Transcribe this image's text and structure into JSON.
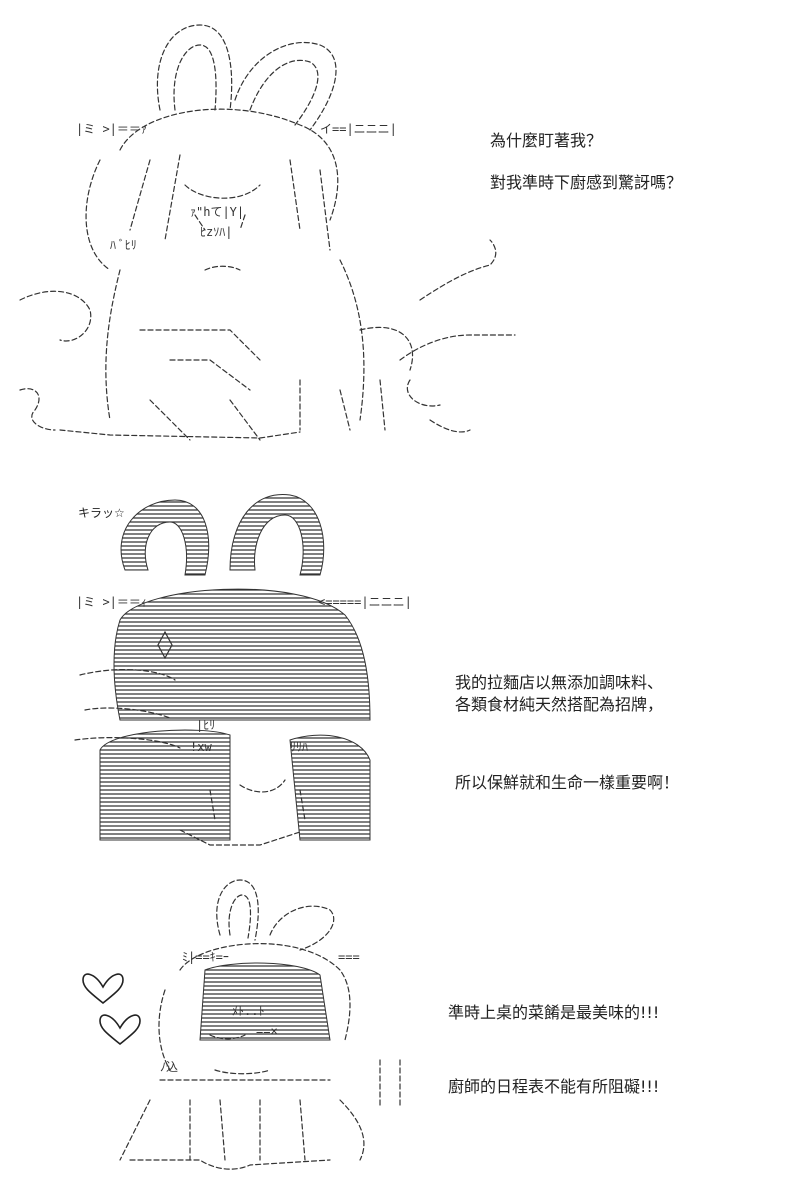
{
  "colors": {
    "background": "#ffffff",
    "ink": "#222222",
    "art_stroke": "#333333"
  },
  "panel1": {
    "aa_whiskers": "|ミ >|＝＝ｧ",
    "aa_whiskers_right": "イ==|ニニニ|",
    "aa_eye_mark": "ｧ\"hて|Y|",
    "aa_mouth_mark": "ﾋzｿﾊ|",
    "aa_side_mark": "ﾊ ﾞﾋﾘ",
    "speech": [
      "為什麼盯著我？",
      "對我準時下廚感到驚訝嗎？"
    ]
  },
  "panel2": {
    "sfx": "キラッ☆",
    "aa_whiskers": "|ミ >|＝＝ｨ",
    "aa_whiskers_right": "<=====|ニニニ|",
    "aa_eye_mark": "|ﾋﾘ",
    "aa_mouth_mark": "!xw",
    "aa_side_mark": "ﾘﾘﾊ",
    "speech_block_1": [
      "我的拉麵店以無添加調味料、",
      "各類食材純天然搭配為招牌，"
    ],
    "speech_block_2": [
      "所以保鮮就和生命一樣重要啊！"
    ]
  },
  "panel3": {
    "aa_whiskers": "ﾐ|==ｷ=ｰ",
    "aa_whiskers_right": "===",
    "aa_eye_mark": "ﾒﾄ..ﾄ",
    "aa_cheek_mark": "==×",
    "aa_mouth_mark": "ﾉ込",
    "speech_block_1": [
      "準時上桌的菜餚是最美味的!!!"
    ],
    "speech_block_2": [
      "廚師的日程表不能有所阻礙!!!"
    ],
    "icons": [
      "heart-icon",
      "heart-icon"
    ]
  }
}
